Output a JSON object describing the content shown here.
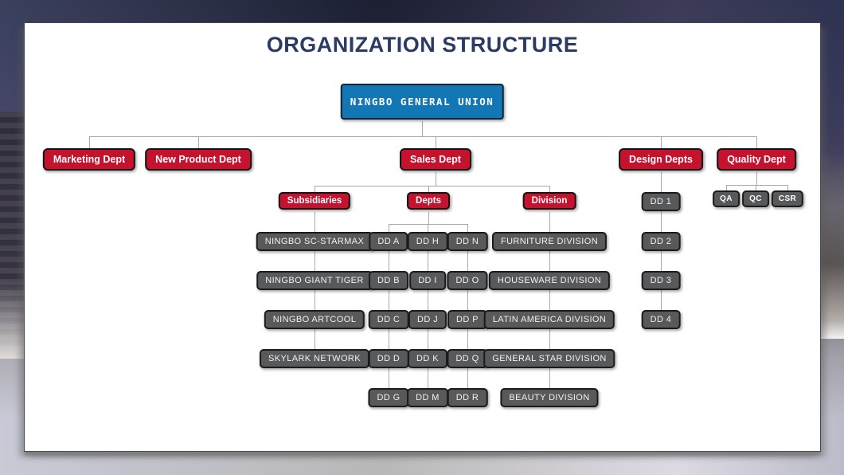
{
  "title": "ORGANIZATION STRUCTURE",
  "root": {
    "label": "NINGBO GENERAL UNION"
  },
  "level2": [
    {
      "label": "Marketing Dept"
    },
    {
      "label": "New Product Dept"
    },
    {
      "label": "Sales Dept"
    },
    {
      "label": "Design Depts"
    },
    {
      "label": "Quality Dept"
    }
  ],
  "sales": {
    "subsidiaries": {
      "label": "Subsidiaries",
      "items": [
        "NINGBO SC-STARMAX",
        "NINGBO GIANT TIGER",
        "NINGBO ARTCOOL",
        "SKYLARK NETWORK"
      ]
    },
    "depts": {
      "label": "Depts",
      "columns": [
        [
          "DD A",
          "DD B",
          "DD C",
          "DD D",
          "DD G"
        ],
        [
          "DD H",
          "DD I",
          "DD J",
          "DD K",
          "DD M"
        ],
        [
          "DD N",
          "DD O",
          "DD P",
          "DD Q",
          "DD R"
        ]
      ]
    },
    "division": {
      "label": "Division",
      "items": [
        "FURNITURE DIVISION",
        "HOUSEWARE DIVISION",
        "LATIN AMERICA DIVISION",
        "GENERAL STAR DIVISION",
        "BEAUTY DIVISION"
      ]
    }
  },
  "design_depts": {
    "items": [
      "DD 1",
      "DD 2",
      "DD 3",
      "DD 4"
    ]
  },
  "quality_dept": {
    "items": [
      "QA",
      "QC",
      "CSR"
    ]
  },
  "colors": {
    "accent_red": "#C4122F",
    "accent_blue": "#1377B6",
    "node_gray": "#58595B",
    "title_navy": "#2C3A66",
    "connector_gray": "#A8A8A8"
  }
}
